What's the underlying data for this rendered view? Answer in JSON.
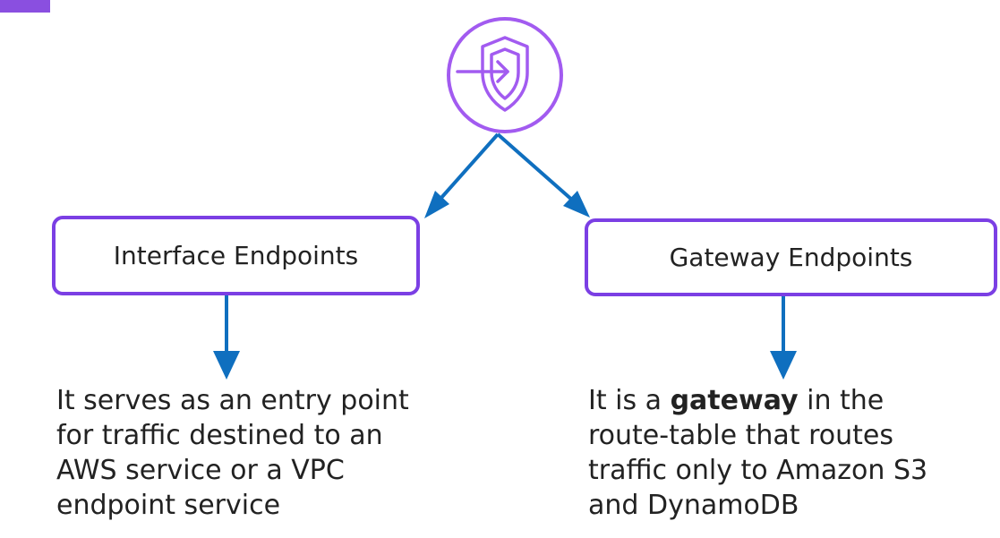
{
  "colors": {
    "accent_purple": "#7b3fe4",
    "arrow_blue": "#0f6fbf",
    "text": "#222222"
  },
  "root": {
    "icon": "vpc-endpoint-shield-icon"
  },
  "interface": {
    "label": "Interface Endpoints",
    "description": [
      "It serves as an entry point",
      "for traffic destined to an",
      "AWS service or a VPC",
      "endpoint service"
    ]
  },
  "gateway": {
    "label": "Gateway Endpoints",
    "description": {
      "line1_before": "It is a ",
      "line1_bold": "gateway",
      "line1_after": " in the",
      "line2": "route-table that routes",
      "line3": "traffic only to Amazon S3",
      "line4": "and DynamoDB"
    }
  }
}
